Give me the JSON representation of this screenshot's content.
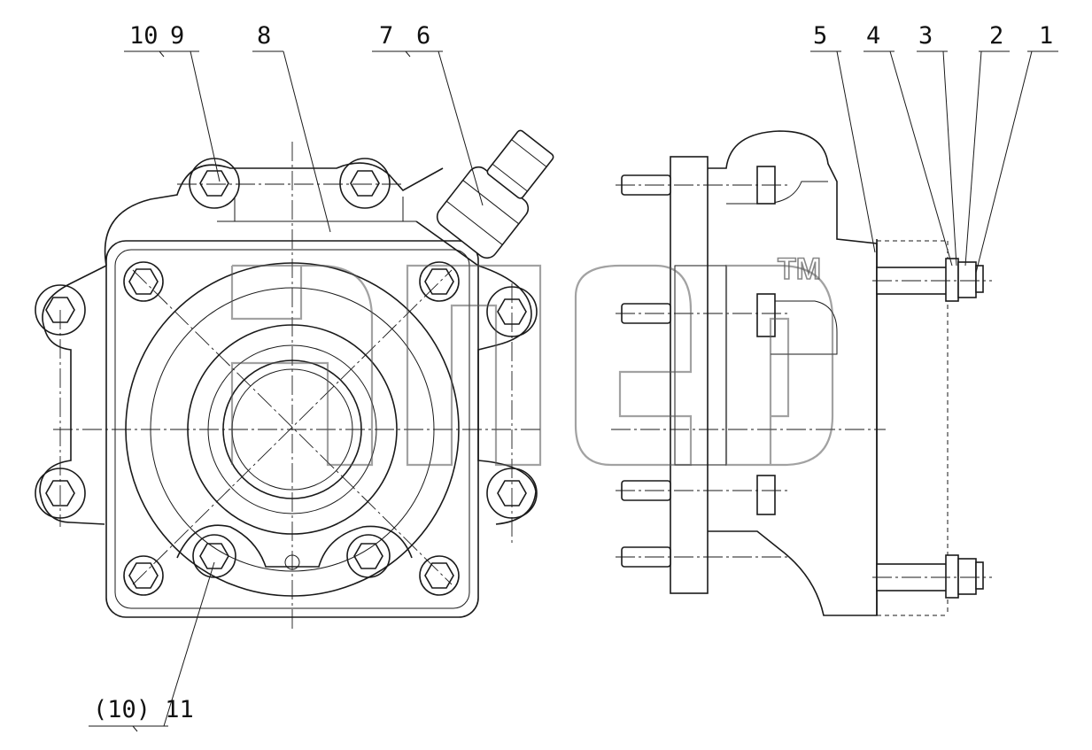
{
  "labels": {
    "l10": "10",
    "l9": "9",
    "l8": "8",
    "l7": "7",
    "l6": "6",
    "l5": "5",
    "l4": "4",
    "l3": "3",
    "l2": "2",
    "l1": "1",
    "l11": "(10) 11"
  },
  "watermark": {
    "trademark": "TM"
  }
}
